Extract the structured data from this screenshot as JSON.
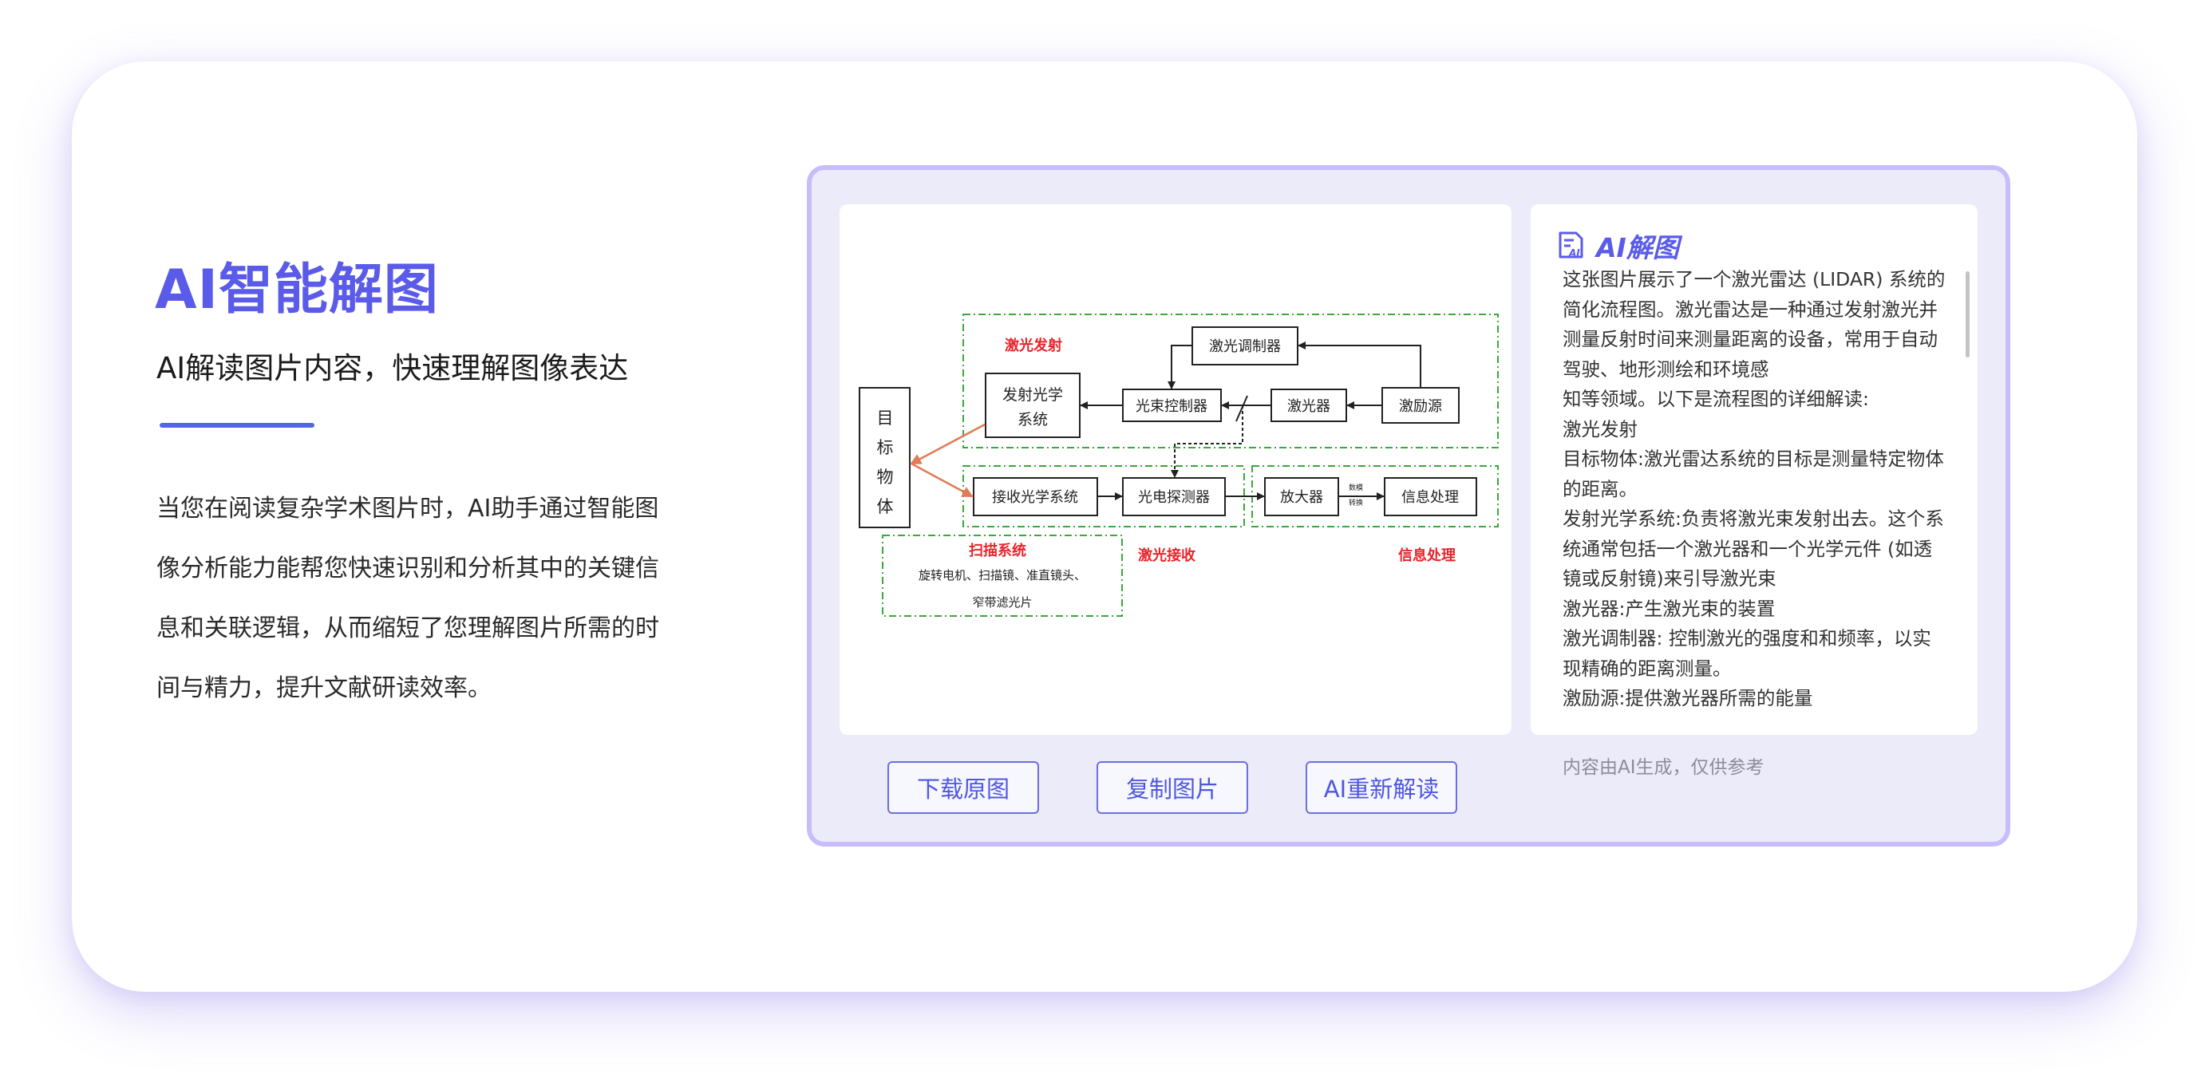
{
  "hero": {
    "title": "AI智能解图",
    "subtitle": "AI解读图片内容，快速理解图像表达",
    "description": "当您在阅读复杂学术图片时，AI助手通过智能图像分析能力能帮您快速识别和分析其中的关键信息和关联逻辑，从而缩短了您理解图片所需的时间与精力，提升文献研读效率。"
  },
  "diagram": {
    "group_emit": "激光发射",
    "group_scan": "扫描系统",
    "group_receive": "激光接收",
    "group_process": "信息处理",
    "target_chars": [
      "目",
      "标",
      "物",
      "体"
    ],
    "emit_optics_l1": "发射光学",
    "emit_optics_l2": "系统",
    "beam_control": "光束控制器",
    "modulator": "激光调制器",
    "laser": "激光器",
    "pump": "激励源",
    "receive_optics": "接收光学系统",
    "detector": "光电探测器",
    "amplifier": "放大器",
    "signal_proc": "信息处理",
    "adc_l1": "数模",
    "adc_l2": "转换",
    "scan_items_l1": "旋转电机、扫描镜、准直镜头、",
    "scan_items_l2": "窄带滤光片"
  },
  "ai_panel": {
    "title": "AI解图",
    "paragraphs": [
      "这张图片展示了一个激光雷达 (LIDAR) 系统的简化流程图。激光雷达是一种通过发射激光并测量反射时间来测量距离的设备，常用于自动驾驶、地形测绘和环境感",
      "知等领域。以下是流程图的详细解读:",
      "激光发射",
      "目标物体:激光雷达系统的目标是测量特定物体的距离。",
      "发射光学系统:负责将激光束发射出去。这个系统通常包括一个激光器和一个光学元件 (如透镜或反射镜)来引导激光束",
      "激光器:产生激光束的装置",
      "激光调制器: 控制激光的强度和和频率，以实现精确的距离测量。",
      "激励源:提供激光器所需的能量"
    ],
    "disclaimer": "内容由AI生成，仅供参考"
  },
  "actions": {
    "download": "下载原图",
    "copy": "复制图片",
    "reread": "AI重新解读"
  },
  "colors": {
    "accent": "#5b5bea",
    "diagram_red": "#e8242b",
    "diagram_green": "#3aa83a",
    "arrow_orange": "#e27a55"
  }
}
